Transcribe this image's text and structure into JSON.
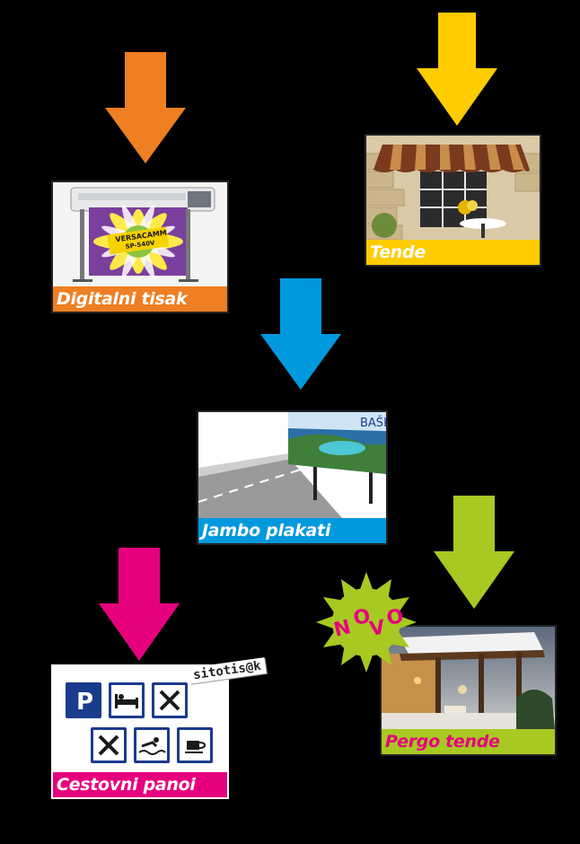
{
  "colors": {
    "orange": "#ee7f22",
    "yellow": "#ffcc00",
    "blue": "#0099dd",
    "magenta": "#e6007e",
    "green": "#a8c922",
    "sign_blue": "#1b3b8c"
  },
  "cards": {
    "digital": {
      "label": "Digitalni tisak",
      "printer_text_1": "VERSACAMM",
      "printer_text_2": "SP-540V"
    },
    "tende": {
      "label": "Tende"
    },
    "jambo": {
      "label": "Jambo plakati",
      "billboard_text": "BAŠKA"
    },
    "cestovni": {
      "label": "Cestovni panoi",
      "badge": "sitotis@k"
    },
    "pergo": {
      "label": "Pergo tende"
    }
  },
  "novo_badge": {
    "letters": [
      "N",
      "O",
      "V",
      "O"
    ]
  },
  "icons": [
    "parking-icon",
    "bed-icon",
    "restaurant-icon",
    "restaurant-icon",
    "swimming-icon",
    "coffee-icon"
  ]
}
